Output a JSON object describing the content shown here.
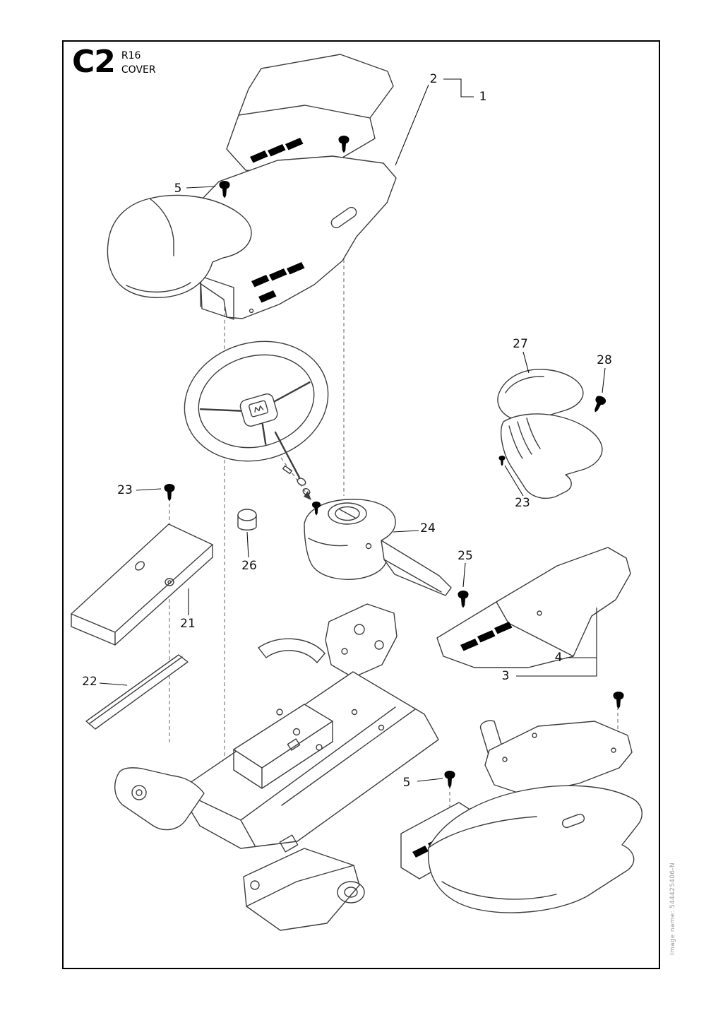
{
  "header": {
    "code": "C2",
    "model": "R16",
    "title": "COVER"
  },
  "footer": {
    "image_name": "Image name: 544425406-N"
  },
  "callouts": {
    "c1": "1",
    "c2": "2",
    "c3": "3",
    "c4": "4",
    "c5_top": "5",
    "c5_bottom": "5",
    "c21": "21",
    "c22": "22",
    "c23_left": "23",
    "c23_right": "23",
    "c24": "24",
    "c25": "25",
    "c26": "26",
    "c27": "27",
    "c28": "28"
  },
  "colors": {
    "ink": "#3d3d3d",
    "label": "#111111",
    "muted": "#9a9a9a"
  }
}
